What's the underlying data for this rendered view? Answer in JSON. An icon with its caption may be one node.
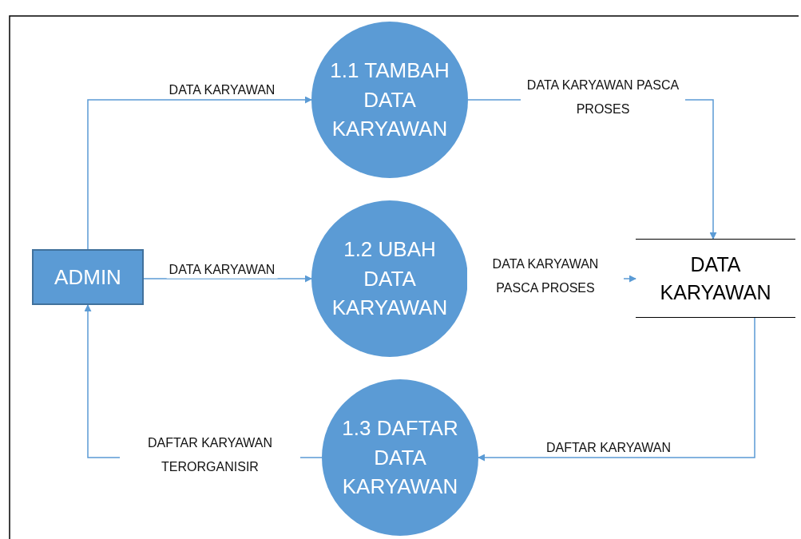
{
  "diagram": {
    "nodes": [
      {
        "text": [
          "ADMIN"
        ]
      },
      {
        "text": [
          "1.1 TAMBAH DATA KARYAWAN"
        ]
      },
      {
        "text": [
          "1.2 UBAH DATA KARYAWAN"
        ]
      },
      {
        "text": [
          "DATA KARYAWAN"
        ]
      },
      {
        "text": [
          "1.3 DAFTAR DATA KARYAWAN"
        ]
      }
    ],
    "edges": [
      {
        "from": 0,
        "to": 1,
        "arrow": "to",
        "label": "DATA KARYAWAN"
      },
      {
        "from": 0,
        "to": 2,
        "arrow": "to",
        "label": "DATA KARYAWAN"
      },
      {
        "from": 1,
        "to": 3,
        "arrow": "to",
        "label": "DATA KARYAWAN PASCA PROSES"
      },
      {
        "from": 2,
        "to": 3,
        "arrow": "to",
        "label": "DATA KARYAWAN PASCA PROSES"
      },
      {
        "from": 3,
        "to": 4,
        "arrow": "to",
        "label": "DAFTAR KARYAWAN"
      },
      {
        "from": 4,
        "to": 0,
        "arrow": "to",
        "label": "DAFTAR KARYAWAN TERORGANISIR"
      }
    ]
  }
}
